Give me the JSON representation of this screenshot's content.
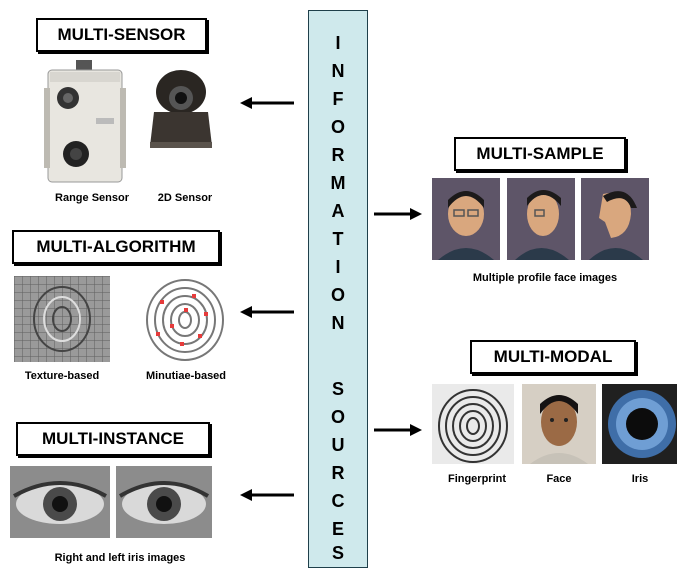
{
  "column": {
    "word1": [
      "I",
      "N",
      "F",
      "O",
      "R",
      "M",
      "A",
      "T",
      "I",
      "O",
      "N"
    ],
    "word2": [
      "S",
      "O",
      "U",
      "R",
      "C",
      "E",
      "S"
    ]
  },
  "multi_sensor": {
    "title": "MULTI-SENSOR",
    "caption_left": "Range Sensor",
    "caption_right": "2D Sensor"
  },
  "multi_algorithm": {
    "title": "MULTI-ALGORITHM",
    "caption_left": "Texture-based",
    "caption_right": "Minutiae-based"
  },
  "multi_instance": {
    "title": "MULTI-INSTANCE",
    "caption": "Right and left iris images"
  },
  "multi_sample": {
    "title": "MULTI-SAMPLE",
    "caption": "Multiple profile face images"
  },
  "multi_modal": {
    "title": "MULTI-MODAL",
    "captions": [
      "Fingerprint",
      "Face",
      "Iris"
    ]
  }
}
